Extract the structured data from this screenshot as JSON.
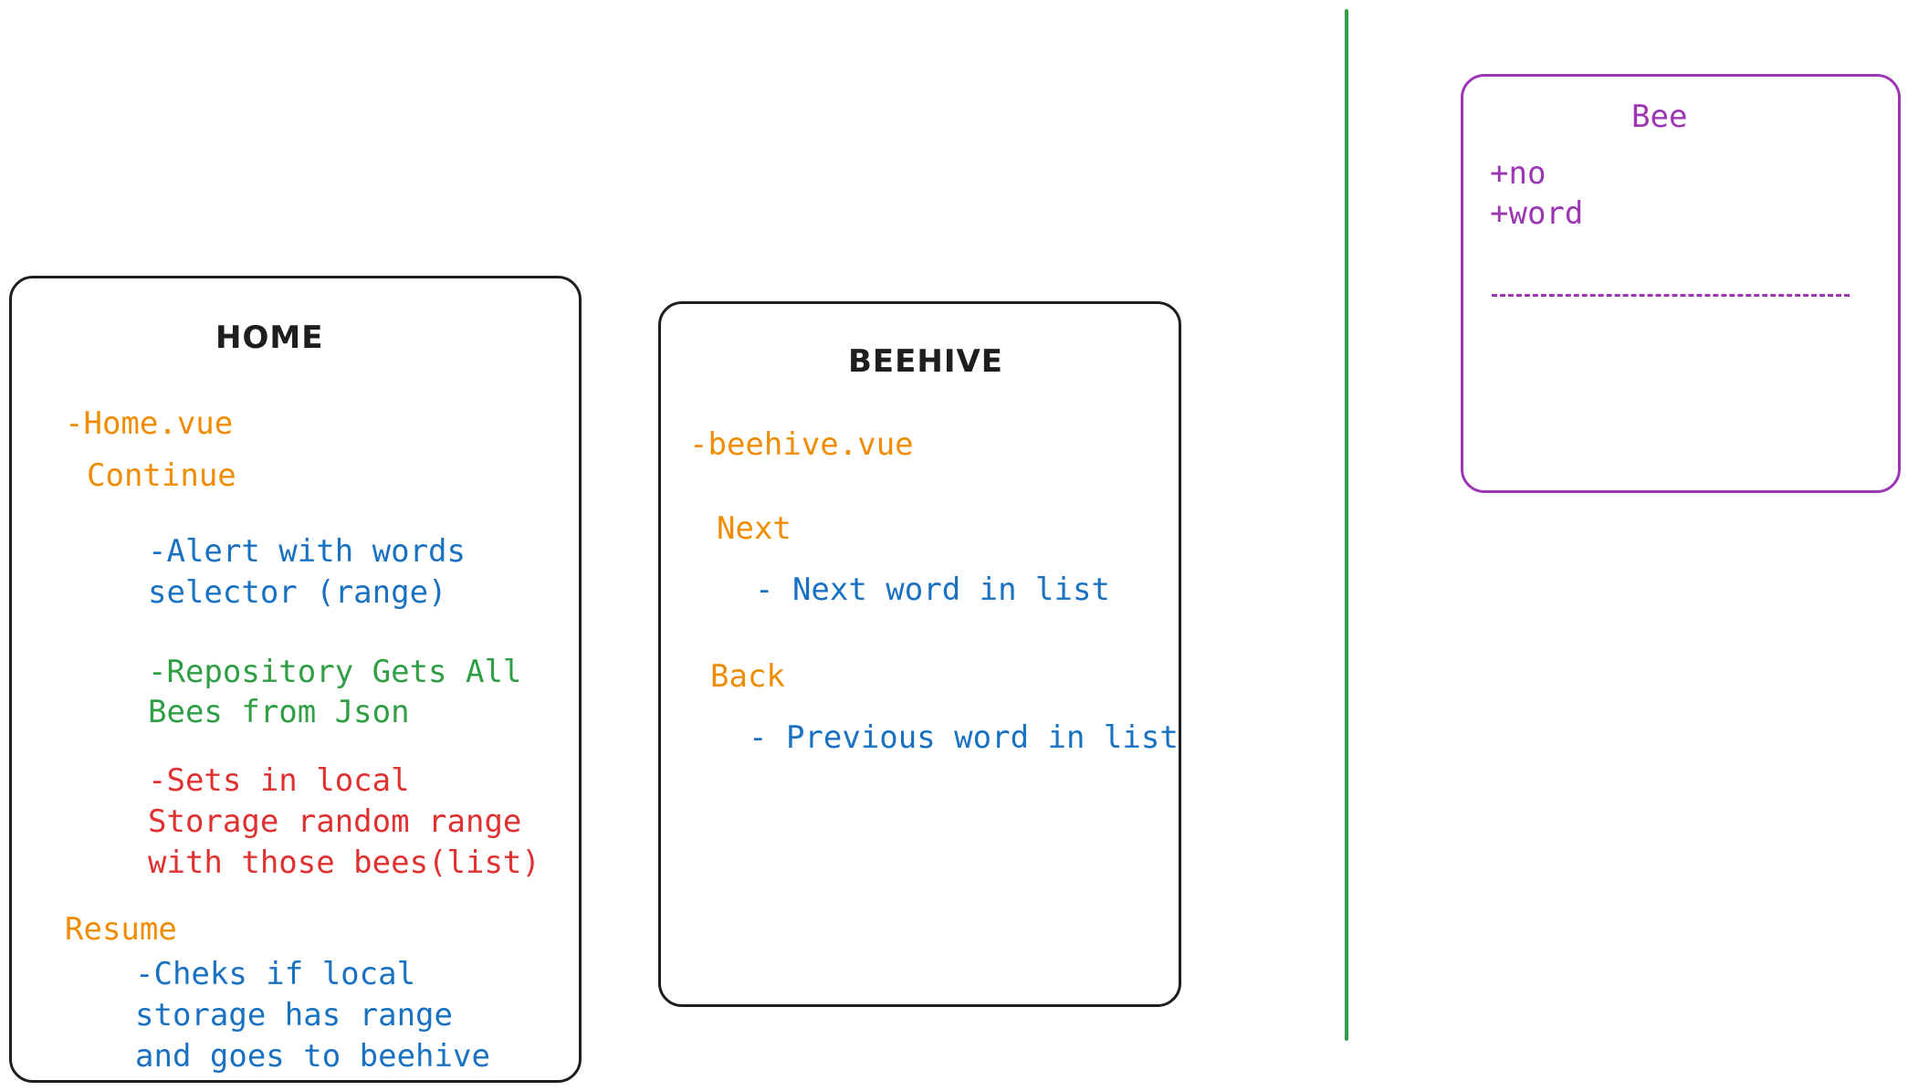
{
  "home": {
    "title": "HOME",
    "file": "-Home.vue",
    "continue_label": "Continue",
    "alert_line1": "-Alert with words",
    "alert_line2": "selector (range)",
    "repo_line1": "-Repository Gets All",
    "repo_line2": "Bees from Json",
    "sets_line1": "-Sets in local",
    "sets_line2": "Storage random range",
    "sets_line3": "with those bees(list)",
    "resume_label": "Resume",
    "checks_line1": "-Cheks if local",
    "checks_line2": "storage has range",
    "checks_line3": "and goes to beehive"
  },
  "beehive": {
    "title": "BEEHIVE",
    "file": "-beehive.vue",
    "next_label": "Next",
    "next_desc": "- Next word in list",
    "back_label": "Back",
    "back_desc": "- Previous word in list"
  },
  "bee": {
    "title": "Bee",
    "field1": "+no",
    "field2": "+word"
  },
  "colors": {
    "orange": "#f08c00",
    "blue": "#1971c2",
    "green": "#2f9e44",
    "red": "#e03131",
    "purple": "#9c36b5",
    "stroke": "#1e1e1e"
  }
}
